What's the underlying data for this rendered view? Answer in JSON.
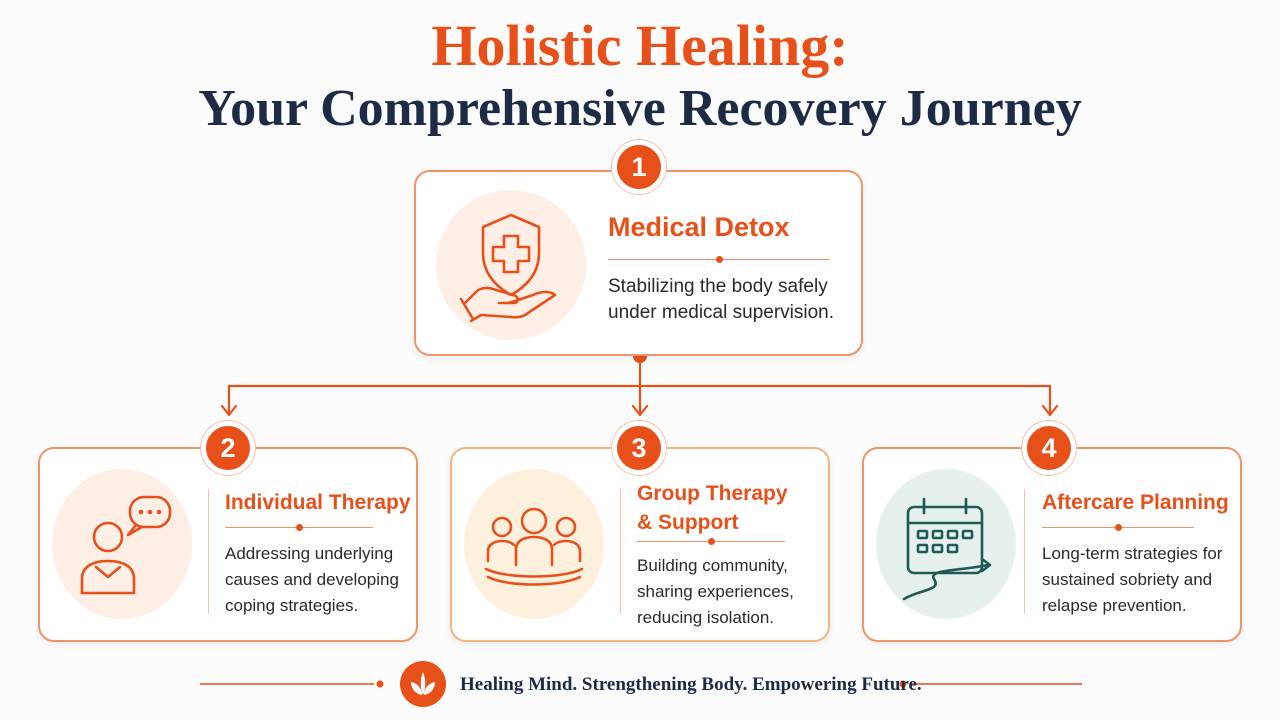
{
  "title": {
    "line1": "Holistic Healing:",
    "line2": "Your Comprehensive Recovery Journey"
  },
  "steps": [
    {
      "number": "1",
      "title": "Medical Detox",
      "description": "Stabilizing the body safely under medical supervision.",
      "icon": "shield-cross-hand-icon"
    },
    {
      "number": "2",
      "title": "Individual Therapy",
      "description": "Addressing underlying causes and developing coping strategies.",
      "icon": "person-speech-bubble-icon"
    },
    {
      "number": "3",
      "title": "Group Therapy & Support",
      "description": "Building community, sharing experiences, reducing isolation.",
      "icon": "group-people-icon"
    },
    {
      "number": "4",
      "title": "Aftercare Planning",
      "description": "Long-term strategies for sustained sobriety and relapse prevention.",
      "icon": "calendar-path-icon"
    }
  ],
  "footer": {
    "tagline": "Healing Mind. Strengthening Body. Empowering Future.",
    "icon": "leaf-sprout-icon"
  },
  "colors": {
    "accent": "#e8501a",
    "heading": "#1d2b45",
    "border": "#f0936a",
    "teal": "#1e5b55"
  }
}
